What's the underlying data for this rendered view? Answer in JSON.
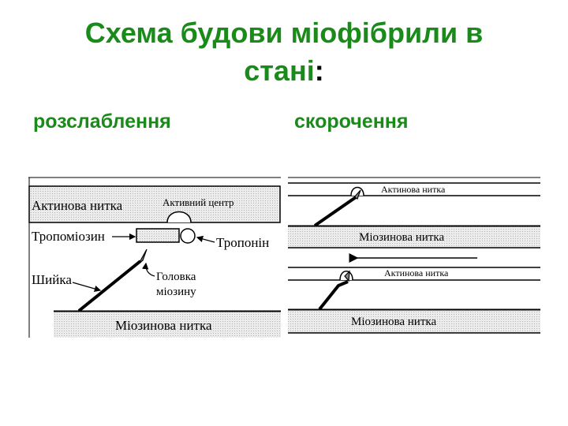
{
  "title": {
    "line1": "Схема будови міофібрили в",
    "line2": "стані",
    "colon": ":"
  },
  "subtitles": {
    "relaxed": "розслаблення",
    "contracted": "скорочення"
  },
  "relaxed_diagram": {
    "actin_label": "Актинова нитка",
    "active_center_label": "Активний центр",
    "tropomyosin_label": "Тропоміозин",
    "troponin_label": "Тропонін",
    "neck_label": "Шийка",
    "head_label_line1": "Головка",
    "head_label_line2": "міозину",
    "myosin_label": "Міозинова нитка"
  },
  "contracted_diagram": {
    "actin_label_top": "Актинова нитка",
    "myosin_label_top": "Міозинова нитка",
    "actin_label_bottom": "Актинова нитка",
    "myosin_label_bottom": "Міозинова нитка"
  },
  "colors": {
    "title_green": "#1a8a1a",
    "filament_fill": "#e6e6e6"
  }
}
